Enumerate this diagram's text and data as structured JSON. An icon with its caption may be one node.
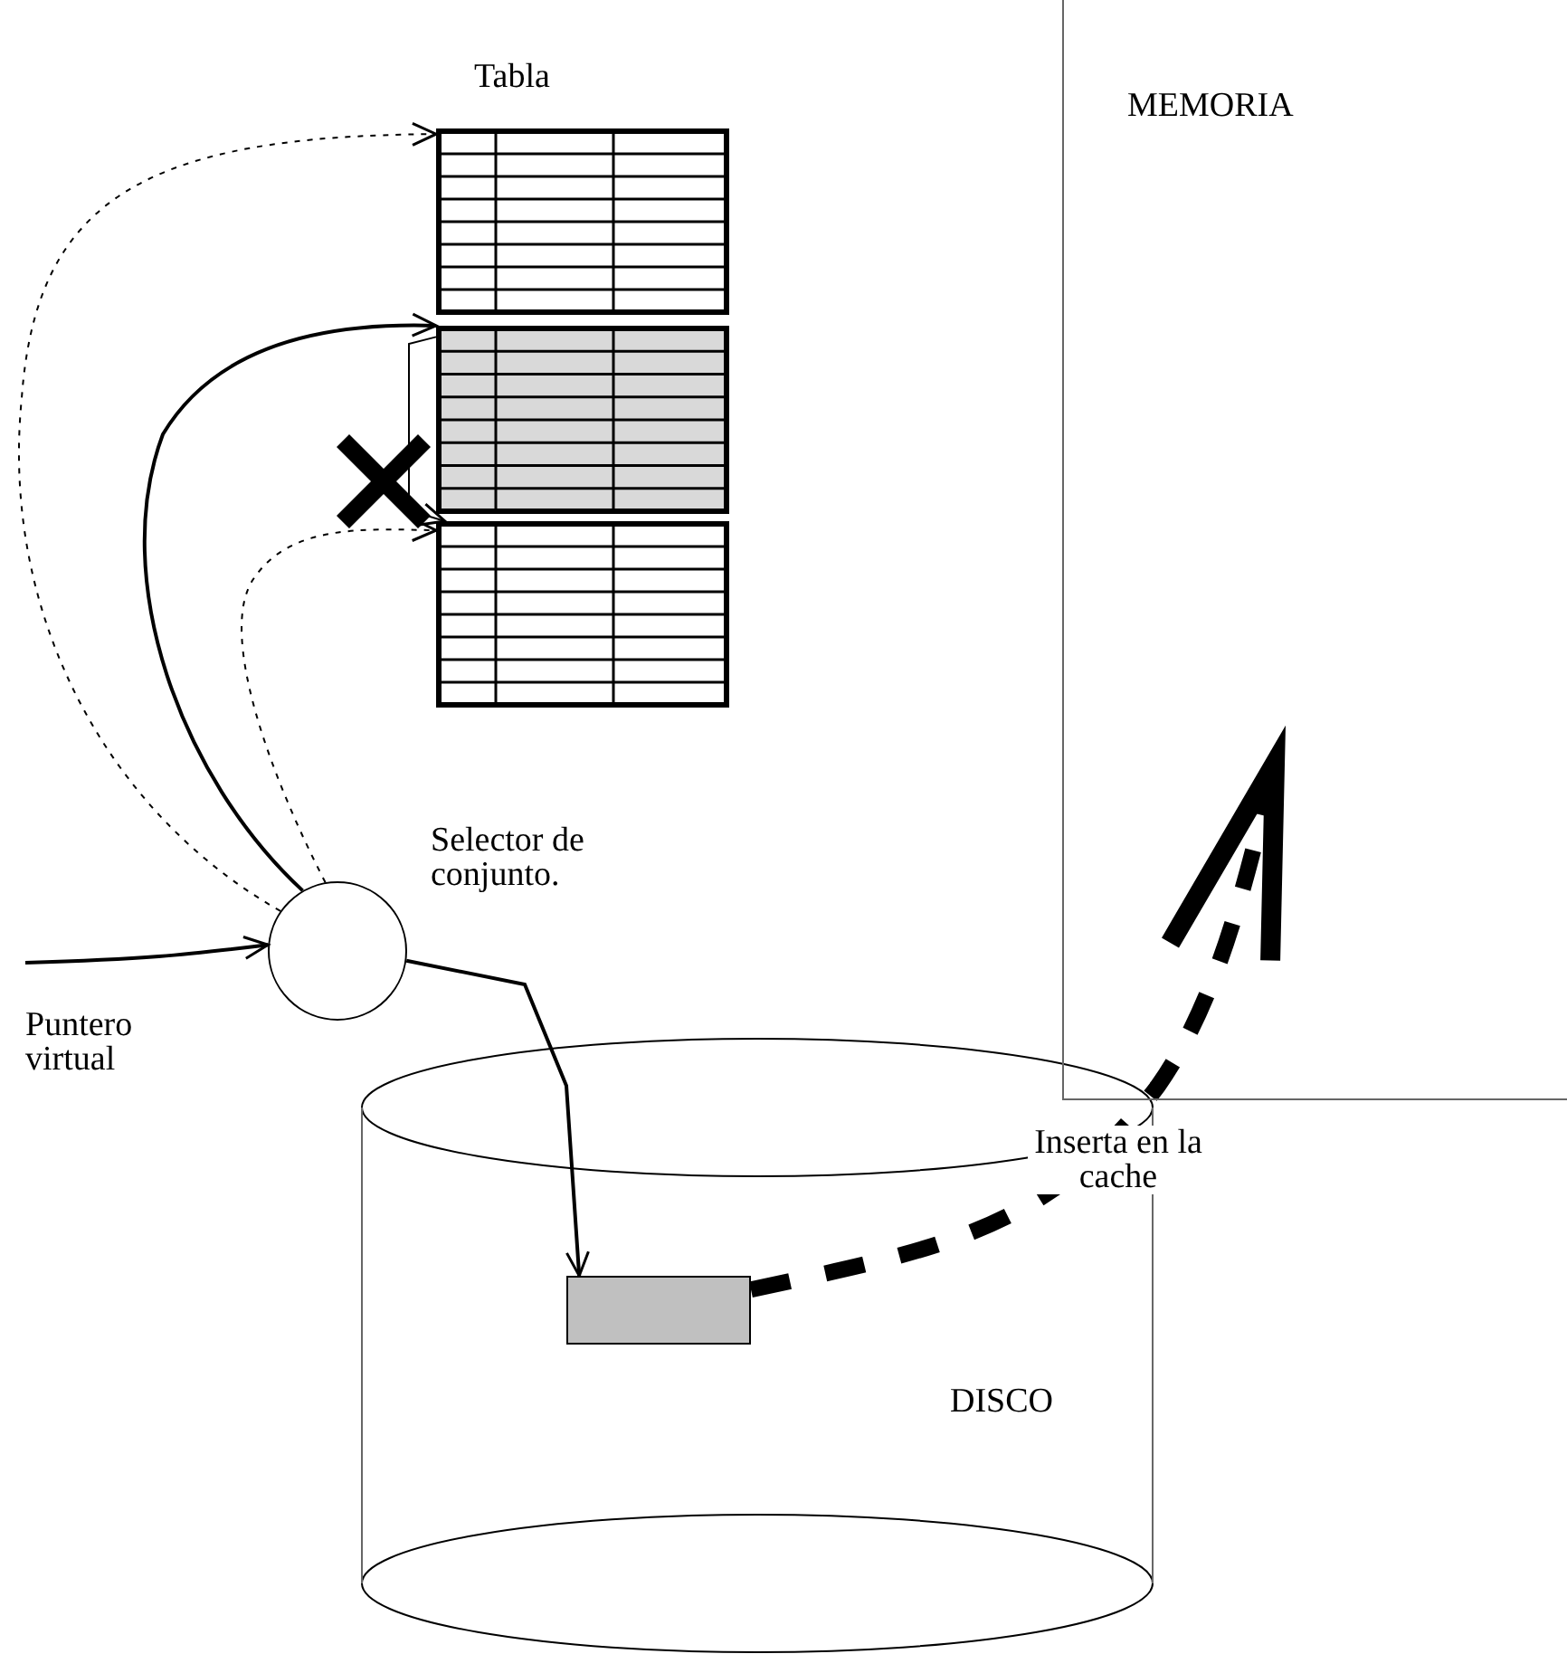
{
  "diagram": {
    "nodes": [
      {
        "text": [
          "Tabla"
        ]
      },
      {
        "text": [],
        "shape": "box",
        "in": 0
      },
      {
        "text": [],
        "shape": "box",
        "in": 0
      },
      {
        "text": [],
        "shape": "box",
        "in": 0
      },
      {
        "text": [],
        "shape": "circle",
        "beside": [
          "Selector de conjunto."
        ]
      },
      {
        "text": [],
        "shape": "cylinder",
        "beside": [
          "DISCO"
        ]
      },
      {
        "text": [],
        "shape": "box",
        "in": 5
      },
      {
        "text": [
          "MEMORIA"
        ]
      }
    ],
    "edges": [
      {
        "from": 4,
        "to": 1,
        "arrow": "to",
        "style": "dashed"
      },
      {
        "from": 4,
        "to": 2,
        "arrow": "to"
      },
      {
        "from": 4,
        "to": 3,
        "arrow": "to",
        "style": "dashed"
      },
      {
        "from": 2,
        "to": 3,
        "arrow": "to"
      },
      {
        "from": null,
        "to": 4,
        "arrow": "to"
      },
      {
        "from": 4,
        "to": 6,
        "arrow": "to"
      },
      {
        "from": 6,
        "to": 7,
        "arrow": "to",
        "style": "dashed",
        "label": "Inserta en la cache"
      }
    ],
    "labels": [
      "Puntero virtual"
    ]
  }
}
